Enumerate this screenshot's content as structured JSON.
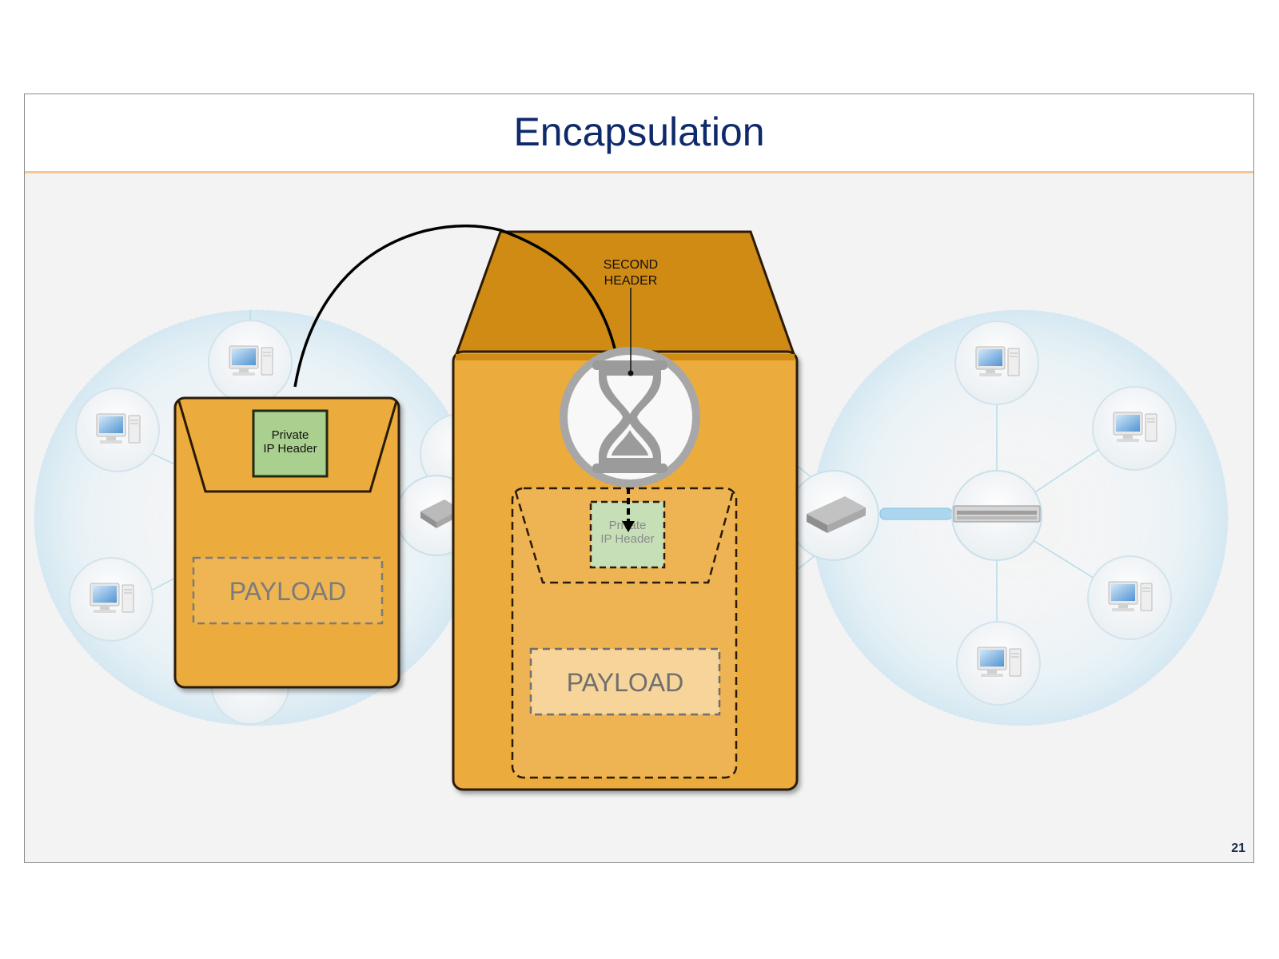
{
  "slide": {
    "title": "Encapsulation",
    "page_number": "21"
  },
  "inner_packet": {
    "header_label": [
      "Private",
      "IP Header"
    ],
    "payload_label": "PAYLOAD"
  },
  "outer_packet": {
    "second_header_label": [
      "SECOND",
      "HEADER"
    ],
    "inner_header_label": [
      "Private",
      "IP Header"
    ],
    "payload_label": "PAYLOAD"
  },
  "icons": {
    "timer": "hourglass-icon",
    "computer": "computer-icon",
    "router": "router-icon",
    "switch": "switch-icon"
  },
  "colors": {
    "title": "#0e2a6b",
    "title_rule": "#f7c593",
    "envelope": "#ecac3e",
    "envelope_flap": "#d08b14",
    "header_green": "#a9d08e"
  }
}
